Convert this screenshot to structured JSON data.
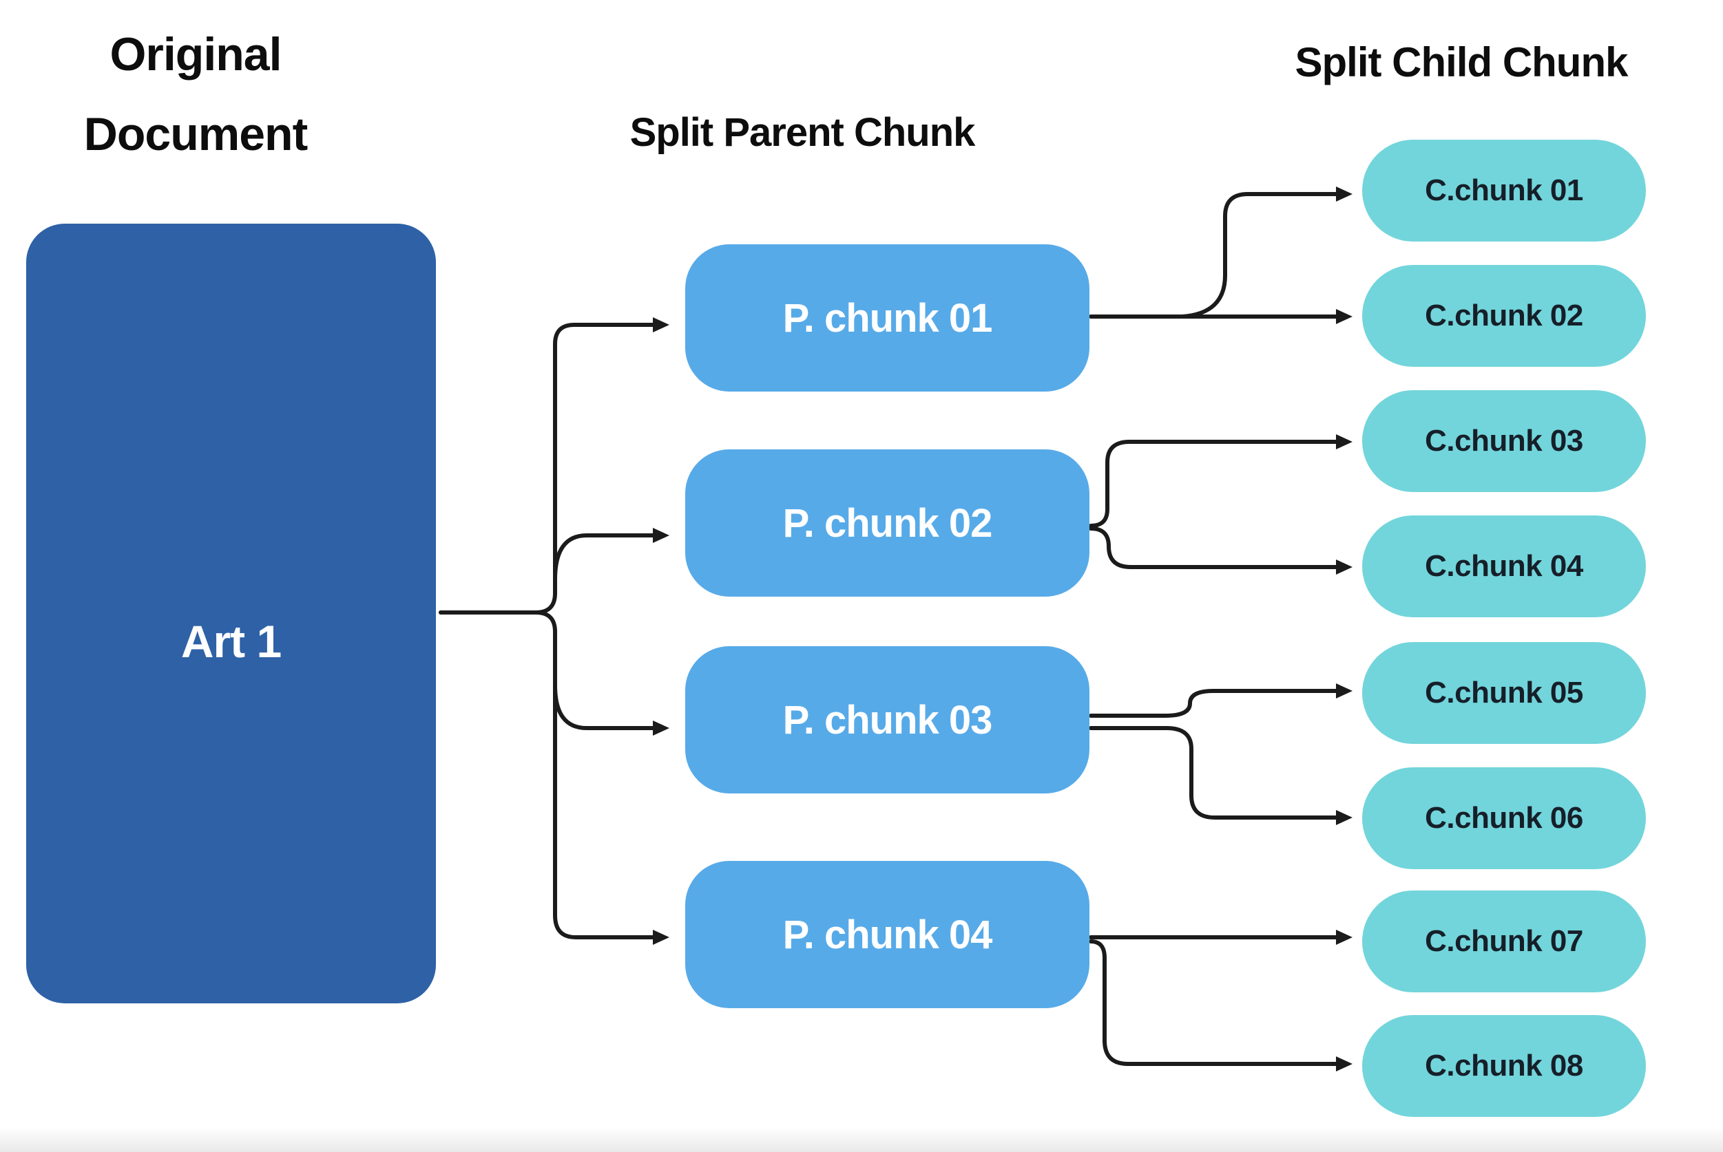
{
  "titles": {
    "original_document": "Original Document",
    "split_parent": "Split Parent Chunk",
    "split_child": "Split Child Chunk"
  },
  "document_node": {
    "label": "Art 1"
  },
  "parent_chunks": [
    "P. chunk 01",
    "P. chunk 02",
    "P. chunk 03",
    "P. chunk 04"
  ],
  "child_chunks": [
    "C.chunk 01",
    "C.chunk 02",
    "C.chunk 03",
    "C.chunk 04",
    "C.chunk 05",
    "C.chunk 06",
    "C.chunk 07",
    "C.chunk 08"
  ],
  "edges": {
    "document_to_parents": [
      {
        "from": "Art 1",
        "to": "P. chunk 01"
      },
      {
        "from": "Art 1",
        "to": "P. chunk 02"
      },
      {
        "from": "Art 1",
        "to": "P. chunk 03"
      },
      {
        "from": "Art 1",
        "to": "P. chunk 04"
      }
    ],
    "parents_to_children": [
      {
        "from": "P. chunk 01",
        "to": "C.chunk 01"
      },
      {
        "from": "P. chunk 01",
        "to": "C.chunk 02"
      },
      {
        "from": "P. chunk 02",
        "to": "C.chunk 03"
      },
      {
        "from": "P. chunk 02",
        "to": "C.chunk 04"
      },
      {
        "from": "P. chunk 03",
        "to": "C.chunk 05"
      },
      {
        "from": "P. chunk 03",
        "to": "C.chunk 06"
      },
      {
        "from": "P. chunk 04",
        "to": "C.chunk 07"
      },
      {
        "from": "P. chunk 04",
        "to": "C.chunk 08"
      }
    ]
  },
  "colors": {
    "document_fill": "#2e61a6",
    "parent_fill": "#57aae8",
    "child_fill": "#72d5db",
    "line": "#1b1b1b",
    "heading_text": "#0d0d0d",
    "child_text": "#161f29",
    "node_text_light": "#ffffff"
  }
}
